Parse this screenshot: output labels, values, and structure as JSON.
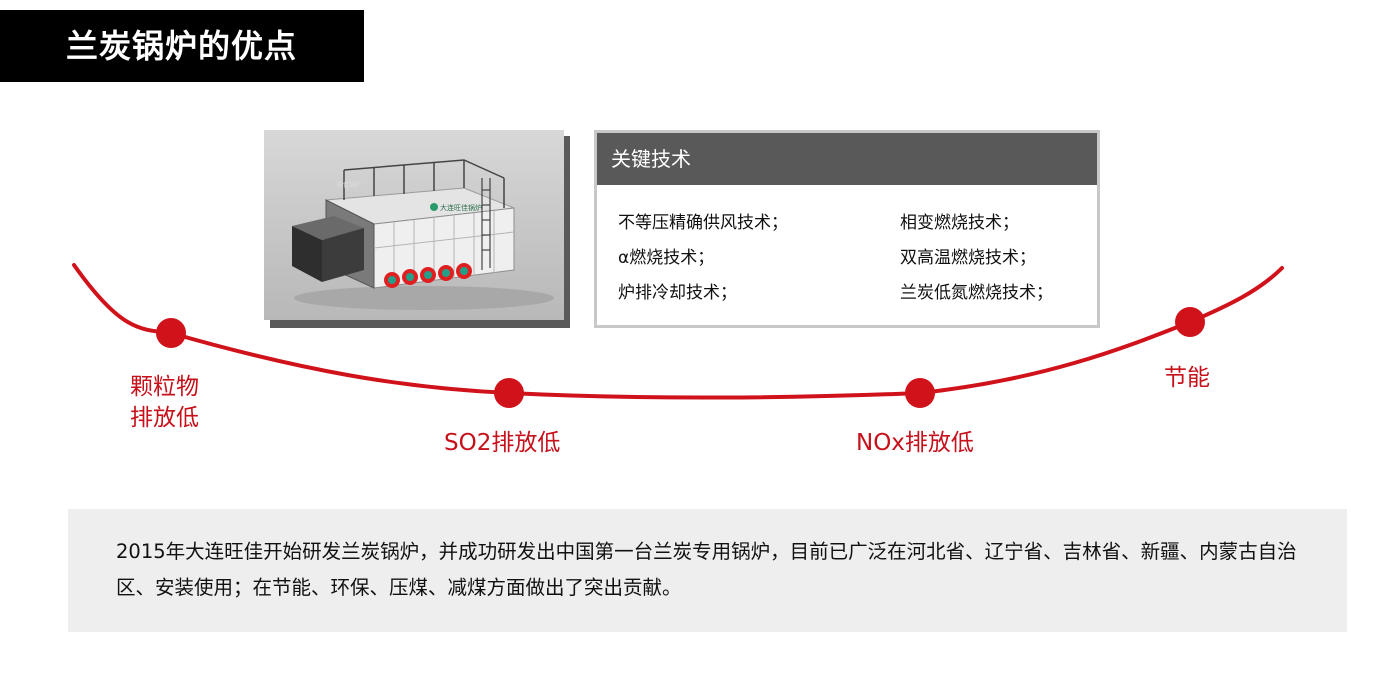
{
  "header": {
    "title": "兰炭锅炉的优点"
  },
  "product_image": {
    "logo_text": "大连旺佳锅炉",
    "plate_text": "旺佳锅炉"
  },
  "tech_box": {
    "title": "关键技术",
    "left_items": [
      "不等压精确供风技术；",
      "α燃烧技术；",
      "炉排冷却技术；"
    ],
    "right_items": [
      "相变燃烧技术；",
      "双高温燃烧技术；",
      "兰炭低氮燃烧技术；"
    ]
  },
  "advantages": {
    "particulates_line1": "颗粒物",
    "particulates_line2": "排放低",
    "so2": "SO2排放低",
    "nox": "NOx排放低",
    "energy": "节能"
  },
  "info": {
    "text": "2015年大连旺佳开始研发兰炭锅炉，并成功研发出中国第一台兰炭专用锅炉，目前已广泛在河北省、辽宁省、吉林省、新疆、内蒙古自治区、安装使用；在节能、环保、压煤、减煤方面做出了突出贡献。"
  },
  "colors": {
    "accent": "#d0121b",
    "title_bg": "#000000",
    "header_gray": "#595959",
    "panel_bg": "#eeeeee"
  }
}
